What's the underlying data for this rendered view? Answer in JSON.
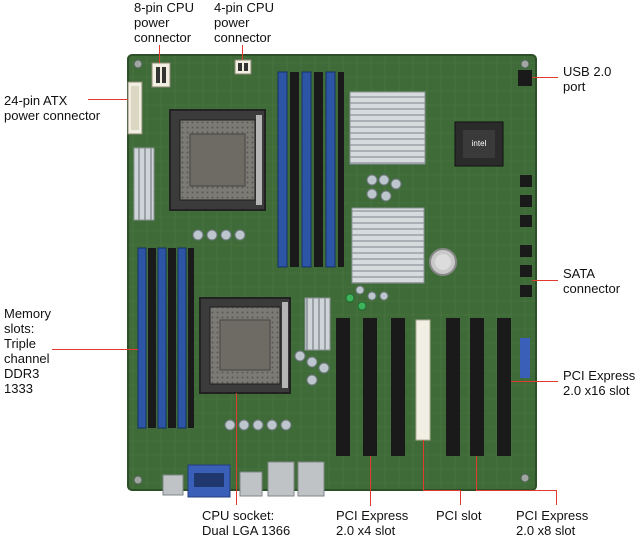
{
  "labels": {
    "cpu_8pin": "8-pin CPU\npower\nconnector",
    "cpu_4pin": "4-pin CPU\npower\nconnector",
    "usb": "USB 2.0\nport",
    "atx24": "24-pin ATX\npower connector",
    "sata": "SATA\nconnector",
    "memory": "Memory\nslots:\nTriple\nchannel\nDDR3\n1333",
    "pcie16": "PCI Express\n2.0 x16 slot",
    "cpu_socket": "CPU socket:\nDual LGA 1366",
    "pcie4": "PCI Express\n2.0 x4 slot",
    "pci": "PCI slot",
    "pcie8": "PCI Express\n2.0 x8 slot"
  },
  "board_text": {
    "chip_brand": "intel"
  },
  "colors": {
    "pcb": "#3f6b38",
    "dimm": "#2c55a6",
    "slot": "#1a1a1a",
    "pci_slot": "#f1eee4",
    "heatsink": "#cfd3d6",
    "leader": "#e23a2e",
    "port_blue": "#3a5fb8"
  }
}
